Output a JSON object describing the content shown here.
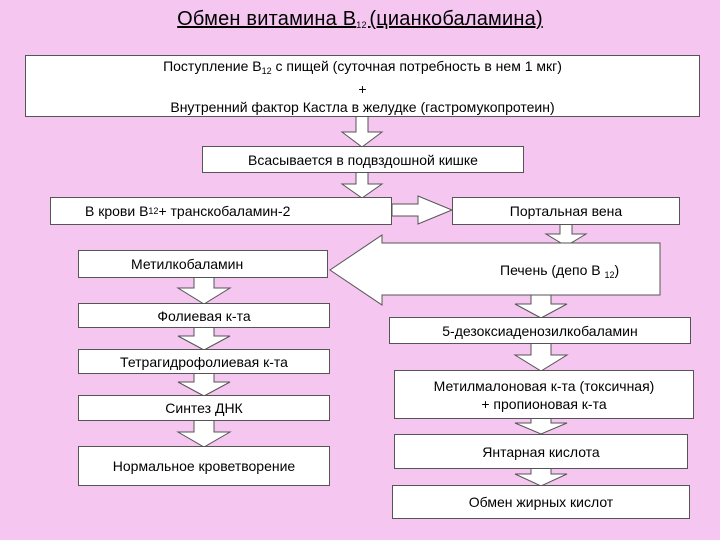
{
  "title": {
    "main": "Обмен витамина B",
    "sub": "12 ",
    "tail": " (цианкобаламина)"
  },
  "boxes": {
    "intake": {
      "line1_a": "Поступление B",
      "line1_sub": "12",
      "line1_b": " с пищей (суточная потребность в нем 1 мкг)",
      "line2": "+",
      "line3": "Внутренний фактор Кастла в желудке (гастромукопротеин)"
    },
    "absorb": "Всасывается в подвздошной кишке",
    "blood": {
      "a": "В крови B",
      "sub": "12",
      "b": " + транскобаламин-2"
    },
    "portal": "Портальная вена",
    "liver": {
      "a": "Печень (депо B ",
      "sub": "12",
      "b": ")"
    },
    "methylcobalamin": "Метилкобаламин",
    "folic": "Фолиевая к-та",
    "thf": "Тетрагидрофолиевая к-та",
    "dna": "Синтез ДНК",
    "hematopoiesis": "Нормальное кроветворение",
    "deoxyadenosyl": "5-дезоксиаденозилкобаламин",
    "methylmalonic": {
      "line1": "Метилмалоновая к-та (токсичная)",
      "line2": "+ пропионовая к-та"
    },
    "succinic": "Янтарная кислота",
    "fatty": "Обмен жирных кислот"
  },
  "colors": {
    "background": "#f5c6f0",
    "box_fill": "#ffffff",
    "arrow_fill": "#ffffff",
    "border": "#555555"
  }
}
